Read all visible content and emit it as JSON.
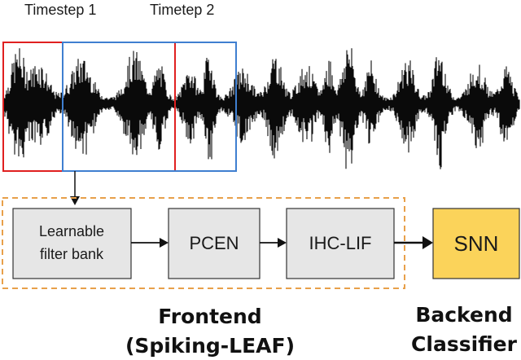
{
  "timesteps": [
    {
      "label": "Timestep 1",
      "color": "#e02020"
    },
    {
      "label": "Timetep 2",
      "color": "#3f7fd0"
    }
  ],
  "frontend": {
    "boxes": [
      {
        "line1": "Learnable",
        "line2": "filter bank"
      },
      {
        "line1": "PCEN"
      },
      {
        "line1": "IHC-LIF"
      }
    ],
    "caption_line1": "Frontend",
    "caption_line2": "(Spiking-LEAF)",
    "border_color": "#e8a04a",
    "box_fill": "#e6e6e6"
  },
  "backend": {
    "box_label": "SNN",
    "box_fill": "#fbd35a",
    "caption_line1": "Backend",
    "caption_line2": "Classifier"
  }
}
